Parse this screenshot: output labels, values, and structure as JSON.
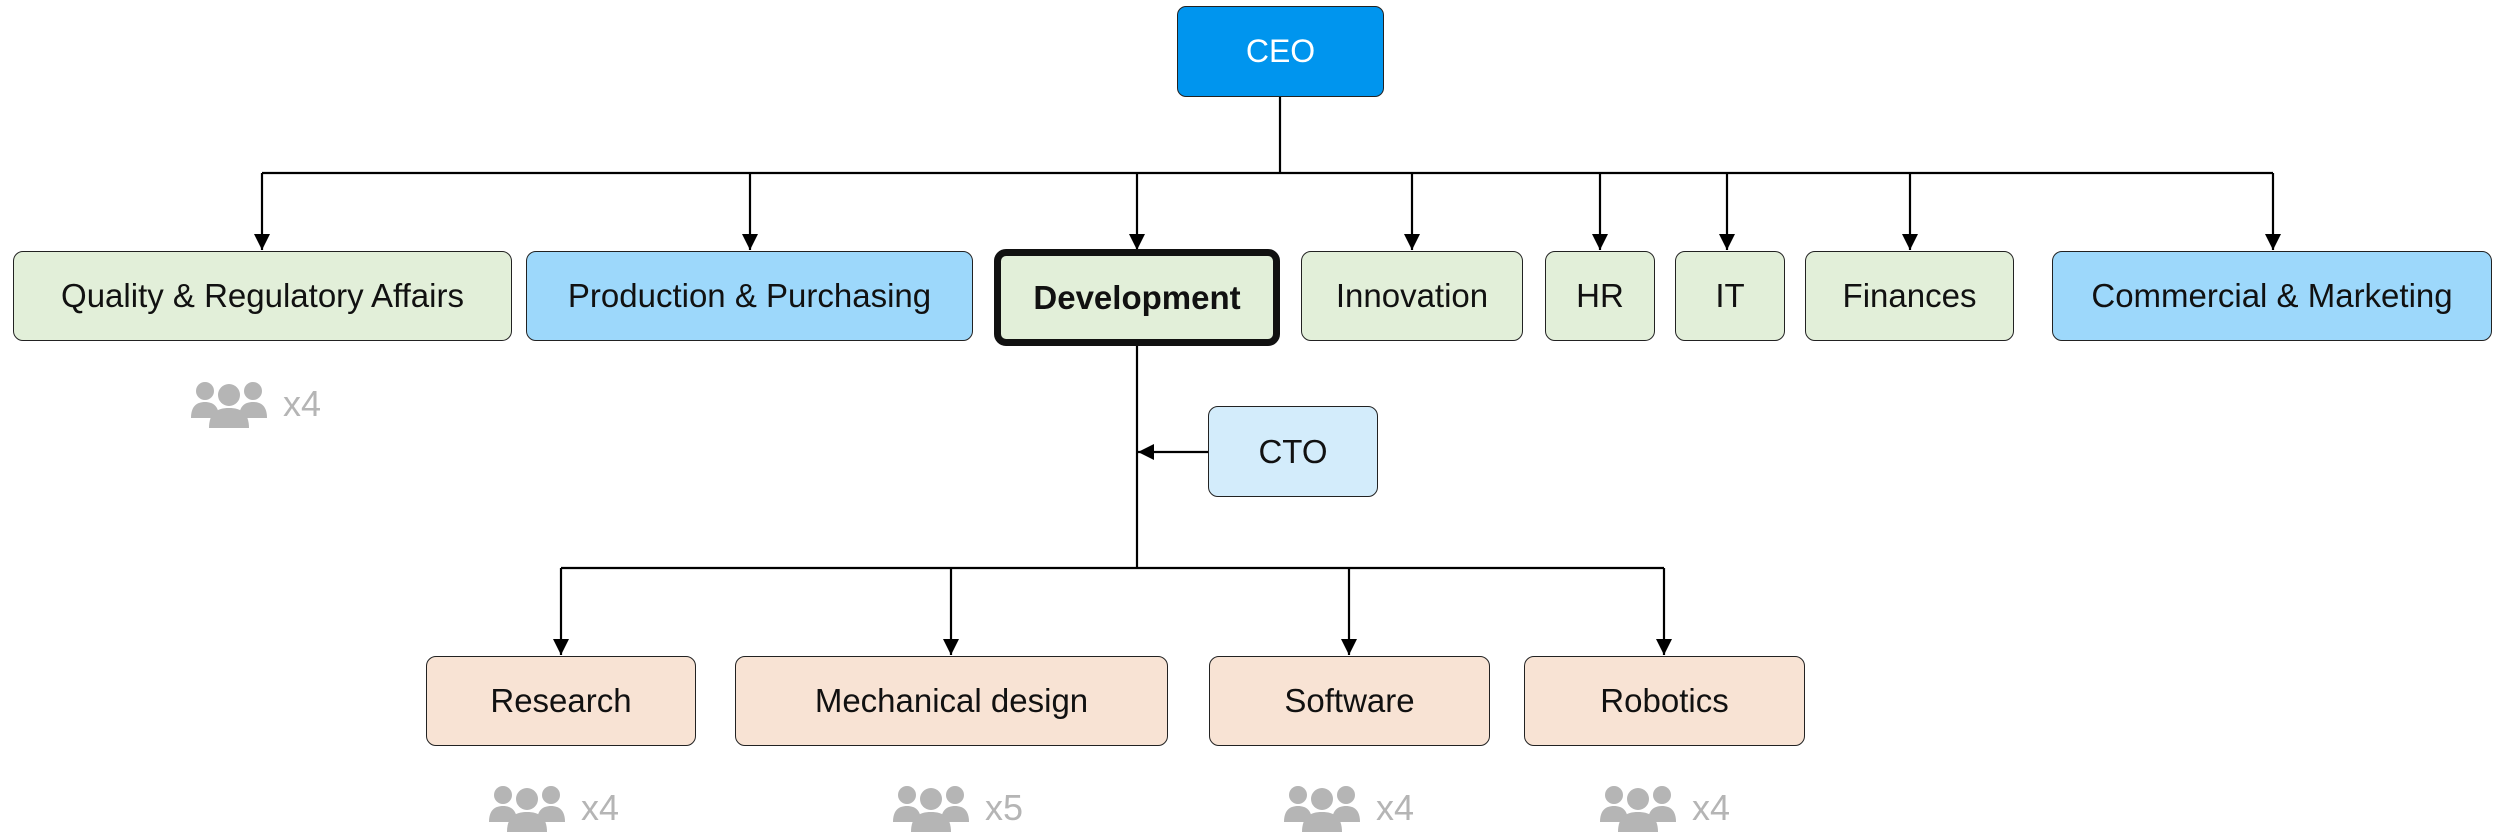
{
  "top": {
    "label": "CEO"
  },
  "departments": [
    {
      "label": "Quality & Regulatory Affairs",
      "team_count": "x4"
    },
    {
      "label": "Production & Purchasing"
    },
    {
      "label": "Development",
      "highlighted": true
    },
    {
      "label": "Innovation"
    },
    {
      "label": "HR"
    },
    {
      "label": "IT"
    },
    {
      "label": "Finances"
    },
    {
      "label": "Commercial & Marketing"
    }
  ],
  "advisor": {
    "label": "CTO"
  },
  "sub_departments": [
    {
      "label": "Research",
      "team_count": "x4"
    },
    {
      "label": "Mechanical design",
      "team_count": "x5"
    },
    {
      "label": "Software",
      "team_count": "x4"
    },
    {
      "label": "Robotics",
      "team_count": "x4"
    }
  ],
  "colors": {
    "ceo": "#0095ee",
    "department_green": "#e2efd9",
    "department_blue": "#9dd8fb",
    "sub_department": "#f8e3d4",
    "advisor": "#d3ecfb",
    "team_icon": "#b5b5b5"
  },
  "icons": {
    "team": "people-group-icon"
  }
}
